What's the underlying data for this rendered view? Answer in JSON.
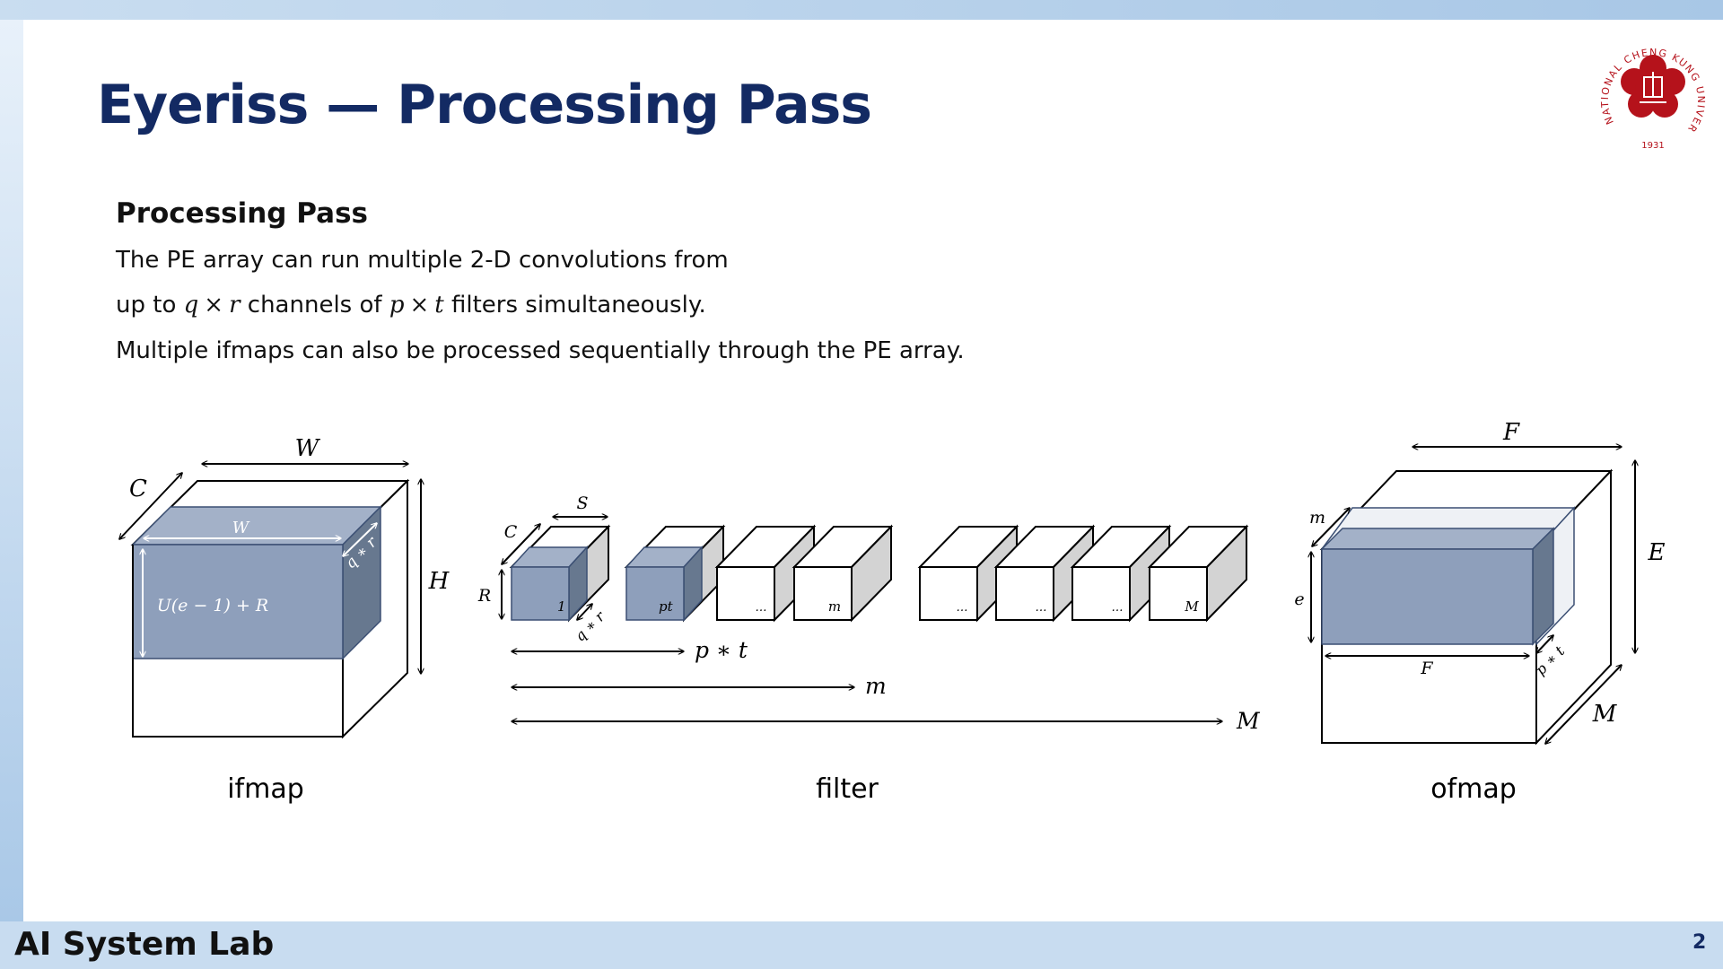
{
  "slide": {
    "title": "Eyeriss — Processing Pass",
    "section_heading": "Processing Pass",
    "line1": "The PE array can run multiple 2-D convolutions from",
    "line2": {
      "pre": "up to",
      "var_q": "q",
      "times1": "×",
      "var_r": "r",
      "mid": "channels of",
      "var_p": "p",
      "times2": "×",
      "var_t": "t",
      "post": "filters simultaneously."
    },
    "line3": "Multiple ifmaps can also be processed sequentially through the PE array."
  },
  "logo": {
    "text": "NATIONAL CHENG KUNG UNIVERSITY",
    "year": "1931",
    "color": "#b5121b"
  },
  "diagram": {
    "ifmap": {
      "caption": "ifmap",
      "label_W_outer": "W",
      "label_C": "C",
      "label_H": "H",
      "label_W_inner": "W",
      "label_qr": "q ∗ r",
      "label_height_expr": "U(e − 1) + R"
    },
    "filter": {
      "caption": "filter",
      "label_C": "C",
      "label_S": "S",
      "label_R": "R",
      "label_qr": "q ∗ r",
      "box_labels": [
        "1",
        "pt",
        "…",
        "m",
        "…",
        "…",
        "…",
        "M"
      ],
      "span_pt": "p ∗ t",
      "span_m": "m",
      "span_M": "M"
    },
    "ofmap": {
      "caption": "ofmap",
      "label_F_outer": "F",
      "label_E": "E",
      "label_m": "m",
      "label_e": "e",
      "label_F_inner": "F",
      "label_pt": "p ∗ t",
      "label_M": "M"
    },
    "colors": {
      "highlight_front": "#8e9fbb",
      "highlight_side": "#67788f",
      "highlight_top": "#a3b1c8",
      "box_side": "#d3d3d3",
      "slab_back": "#eef1f5"
    }
  },
  "footer": {
    "lab": "AI System Lab",
    "page": "2"
  }
}
